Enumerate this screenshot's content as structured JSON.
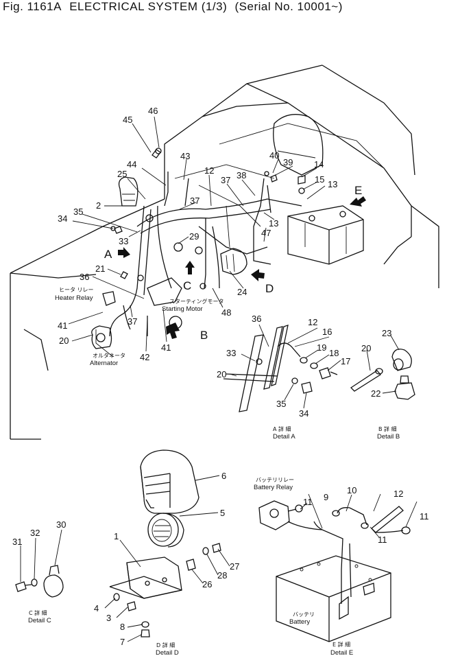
{
  "header": {
    "fig": "Fig. 1161A",
    "title": "ELECTRICAL SYSTEM (1/3)",
    "serial": "(Serial No. 10001~)"
  },
  "labels": {
    "heater_relay_jp": "ヒータ リレー",
    "heater_relay": "Heater Relay",
    "starting_motor_jp": "スターティングモータ",
    "starting_motor": "Starting Motor",
    "alternator_jp": "オルタネータ",
    "alternator": "Alternator",
    "battery_relay_jp": "バッテリリレー",
    "battery_relay": "Battery Relay",
    "battery_jp": "バッテリ",
    "battery": "Battery"
  },
  "details": {
    "a_jp": "A 詳 細",
    "a": "Detail A",
    "b_jp": "B 詳 細",
    "b": "Detail B",
    "c_jp": "C 詳 細",
    "c": "Detail C",
    "d_jp": "D 詳 細",
    "d": "Detail D",
    "e_jp": "E 詳 細",
    "e": "Detail E"
  },
  "view_arrows": {
    "a": "A",
    "b": "B",
    "c": "C",
    "d": "D",
    "e": "E"
  },
  "parts_main": {
    "p46": "46",
    "p45": "45",
    "p44": "44",
    "p43": "43",
    "p25": "25",
    "p12": "12",
    "p40": "40",
    "p39": "39",
    "p14": "14",
    "p38": "38",
    "p37a": "37",
    "p15": "15",
    "p13a": "13",
    "p2": "2",
    "p37b": "37",
    "p35": "35",
    "p34": "34",
    "p33": "33",
    "p29": "29",
    "p13b": "13",
    "p47": "47",
    "p21": "21",
    "p36": "36",
    "p24": "24",
    "p37c": "37",
    "p48": "48",
    "p41a": "41",
    "p20": "20",
    "p42": "42",
    "p41b": "41"
  },
  "parts_a": {
    "p36": "36",
    "p12": "12",
    "p16": "16",
    "p19": "19",
    "p33": "33",
    "p18": "18",
    "p17": "17",
    "p20": "20",
    "p35": "35",
    "p34": "34"
  },
  "parts_b": {
    "p23": "23",
    "p20": "20",
    "p22": "22"
  },
  "parts_c": {
    "p31": "31",
    "p32": "32",
    "p30": "30"
  },
  "parts_d": {
    "p6": "6",
    "p5": "5",
    "p1": "1",
    "p27": "27",
    "p28": "28",
    "p26": "26",
    "p4": "4",
    "p3": "3",
    "p8": "8",
    "p7": "7"
  },
  "parts_e": {
    "p9": "9",
    "p10": "10",
    "p12": "12",
    "p11a": "11",
    "p11b": "11",
    "p11c": "11"
  }
}
